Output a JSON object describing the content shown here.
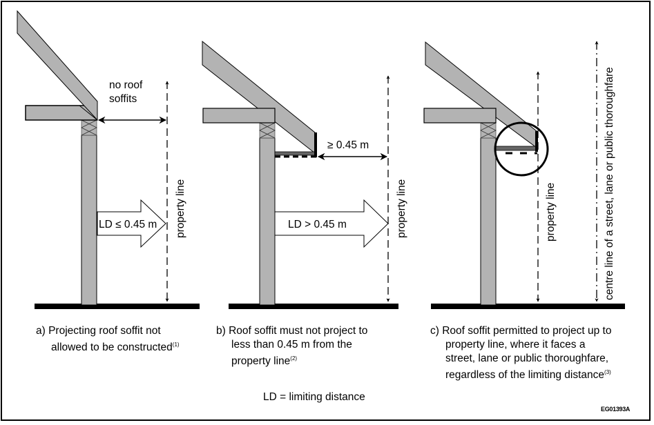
{
  "figure_code": "EG01393A",
  "legend": "LD = limiting distance",
  "colors": {
    "member_fill": "#b3b3b3",
    "soffit_fill": "#666666",
    "line": "#000000"
  },
  "panels": [
    {
      "id": "a",
      "gap_label_line1": "no roof",
      "gap_label_line2": "soffits",
      "arrow_label": "LD ≤ 0.45 m",
      "property_line_label": "property line",
      "caption_line1": "a) Projecting roof soffit not",
      "caption_line2": "allowed to be constructed",
      "caption_note": "(1)"
    },
    {
      "id": "b",
      "gap_label": "≥ 0.45 m",
      "arrow_label": "LD > 0.45 m",
      "property_line_label": "property line",
      "caption_line1": "b) Roof soffit must not project to",
      "caption_line2": "less than 0.45 m from the",
      "caption_line3": "property line",
      "caption_note": "(2)"
    },
    {
      "id": "c",
      "property_line_label": "property line",
      "centre_line_label": "centre line of a street, lane or public thoroughfare",
      "caption_line1": "c) Roof soffit permitted to project up to",
      "caption_line2": "property line, where it faces a",
      "caption_line3": "street, lane or public thoroughfare,",
      "caption_line4": "regardless of the limiting distance",
      "caption_note": "(3)"
    }
  ]
}
